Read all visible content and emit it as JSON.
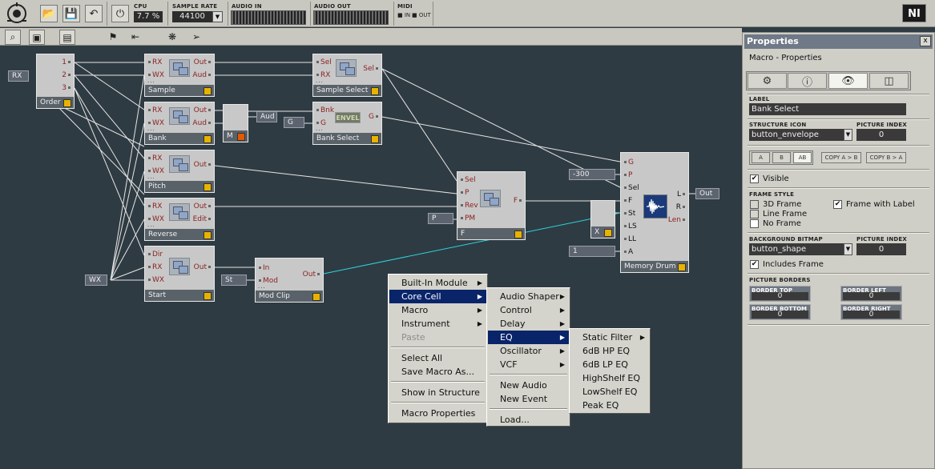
{
  "topbar": {
    "cpu_label": "CPU",
    "cpu_value": "7.7 %",
    "sample_rate_label": "SAMPLE RATE",
    "sample_rate_value": "44100",
    "audio_in_label": "AUDIO IN",
    "audio_out_label": "AUDIO OUT",
    "midi_label": "MIDI",
    "midi_in": "IN",
    "midi_out": "OUT",
    "logo": "NI"
  },
  "modules": {
    "rx_box": "RX",
    "order": {
      "name": "Order",
      "outs": [
        "1",
        "2",
        "3"
      ]
    },
    "sample": {
      "name": "Sample",
      "ins": [
        "RX",
        "WX"
      ],
      "outs": [
        "Out",
        "Aud"
      ]
    },
    "bank": {
      "name": "Bank",
      "ins": [
        "RX",
        "WX"
      ],
      "outs": [
        "Out",
        "Aud"
      ]
    },
    "pitch": {
      "name": "Pitch",
      "ins": [
        "RX",
        "WX"
      ],
      "outs": [
        "Out"
      ]
    },
    "reverse": {
      "name": "Reverse",
      "ins": [
        "RX",
        "WX"
      ],
      "outs": [
        "Out",
        "Edit"
      ]
    },
    "start": {
      "name": "Start",
      "ins": [
        "Dir",
        "RX",
        "WX"
      ],
      "outs": [
        "Out"
      ]
    },
    "wx_box": "WX",
    "m_box": "M",
    "aud_box": "Aud",
    "g_box": "G",
    "sample_select": {
      "name": "Sample Select",
      "ins": [
        "Sel",
        "RX"
      ],
      "outs": [
        "Sel"
      ]
    },
    "bank_select": {
      "name": "Bank Select",
      "ins": [
        "Bnk",
        "G"
      ],
      "outs": [
        "G"
      ],
      "icon_text": "ENVEL"
    },
    "f_mod": {
      "name": "F",
      "ins": [
        "Sel",
        "P",
        "Rev",
        "PM"
      ],
      "outs": [
        "F"
      ]
    },
    "p_box": "P",
    "st_box": "St",
    "mod_clip": {
      "name": "Mod Clip",
      "ins": [
        "In",
        "Mod"
      ],
      "outs": [
        "Out"
      ]
    },
    "x_box": "X",
    "minus300": "-300",
    "one_box": "1",
    "memory_drum": {
      "name": "Memory Drum",
      "ins": [
        "G",
        "P",
        "Sel",
        "F",
        "St",
        "LS",
        "LL",
        "A"
      ],
      "outs": [
        "L",
        "R",
        "Len"
      ]
    },
    "out_box": "Out"
  },
  "menu1": {
    "items": [
      "Built-In Module",
      "Core Cell",
      "Macro",
      "Instrument",
      "Paste",
      "Select All",
      "Save Macro As...",
      "Show in Structure",
      "Macro Properties"
    ]
  },
  "menu2": {
    "items": [
      "Audio Shaper",
      "Control",
      "Delay",
      "EQ",
      "Oscillator",
      "VCF",
      "New Audio",
      "New Event",
      "Load..."
    ]
  },
  "menu3": {
    "items": [
      "Static Filter",
      "6dB HP EQ",
      "6dB LP EQ",
      "HighShelf EQ",
      "LowShelf EQ",
      "Peak EQ"
    ]
  },
  "props": {
    "title": "Properties",
    "close": "x",
    "subtitle": "Macro - Properties",
    "label_label": "LABEL",
    "label_value": "Bank Select",
    "structure_icon_label": "STRUCTURE ICON",
    "structure_icon_value": "button_envelope",
    "picture_index_label": "PICTURE INDEX",
    "picture_index_value": "0",
    "btn_a": "A",
    "btn_b": "B",
    "btn_ab": "AB",
    "copy_ab": "COPY A > B",
    "copy_ba": "COPY B > A",
    "visible": "Visible",
    "frame_style_label": "FRAME STYLE",
    "frame_3d": "3D Frame",
    "frame_line": "Line Frame",
    "frame_none": "No Frame",
    "frame_with_label": "Frame with Label",
    "bg_bitmap_label": "BACKGROUND BITMAP",
    "bg_bitmap_value": "button_shape",
    "picture_index2_label": "PICTURE INDEX",
    "picture_index2_value": "0",
    "includes_frame": "Includes Frame",
    "picture_borders_label": "PICTURE BORDERS",
    "border_top_label": "BORDER TOP",
    "border_top_value": "0",
    "border_left_label": "BORDER LEFT",
    "border_left_value": "0",
    "border_bottom_label": "BORDER BOTTOM",
    "border_bottom_value": "0",
    "border_right_label": "BORDER RIGHT",
    "border_right_value": "0"
  }
}
